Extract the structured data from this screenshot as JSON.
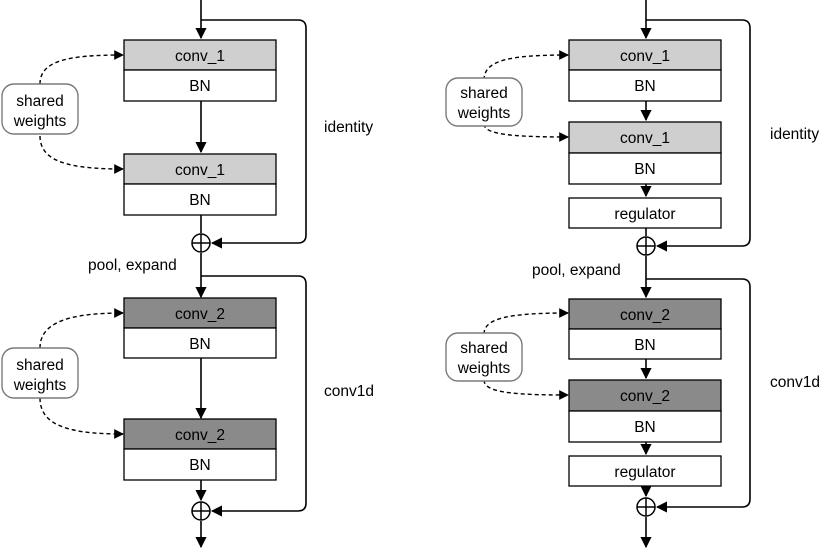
{
  "colors": {
    "conv1_fill": "#cfcfcf",
    "conv2_fill": "#8a8a8a",
    "box_fill": "#ffffff",
    "stroke": "#000000",
    "pill_stroke": "#7a7a7a"
  },
  "left": {
    "block1": {
      "top_conv": "conv_1",
      "top_bn": "BN",
      "bottom_conv": "conv_1",
      "bottom_bn": "BN",
      "shared_line1": "shared",
      "shared_line2": "weights",
      "skip_label": "identity"
    },
    "transition_label": "pool, expand",
    "block2": {
      "top_conv": "conv_2",
      "top_bn": "BN",
      "bottom_conv": "conv_2",
      "bottom_bn": "BN",
      "shared_line1": "shared",
      "shared_line2": "weights",
      "skip_label": "conv1d"
    }
  },
  "right": {
    "block1": {
      "top_conv": "conv_1",
      "top_bn": "BN",
      "bottom_conv": "conv_1",
      "bottom_bn": "BN",
      "regulator": "regulator",
      "shared_line1": "shared",
      "shared_line2": "weights",
      "skip_label": "identity"
    },
    "transition_label": "pool, expand",
    "block2": {
      "top_conv": "conv_2",
      "top_bn": "BN",
      "bottom_conv": "conv_2",
      "bottom_bn": "BN",
      "regulator": "regulator",
      "shared_line1": "shared",
      "shared_line2": "weights",
      "skip_label": "conv1d"
    }
  }
}
